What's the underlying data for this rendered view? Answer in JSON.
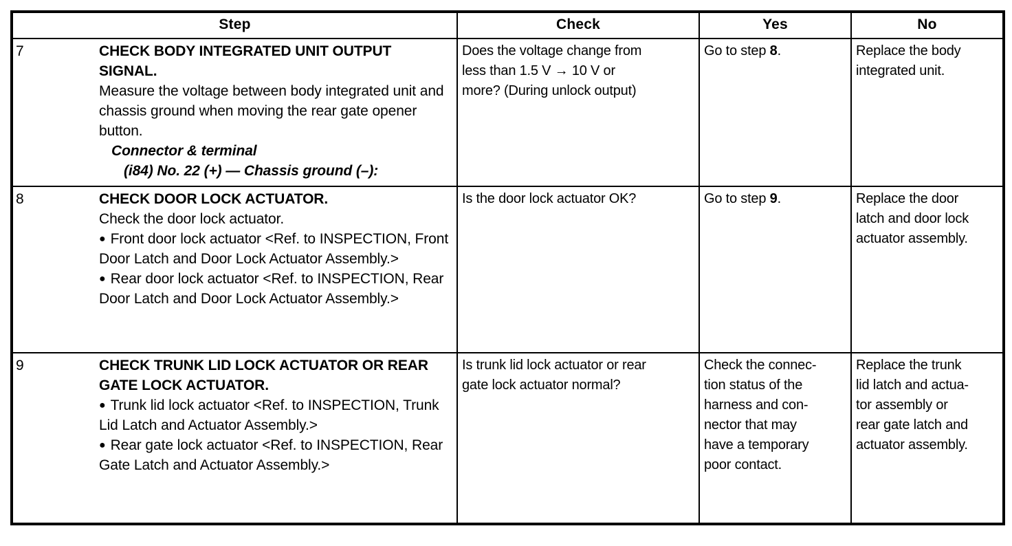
{
  "document": {
    "type": "diagnostic-procedure-table",
    "headers": {
      "step": "Step",
      "check": "Check",
      "yes": "Yes",
      "no": "No"
    }
  },
  "rows": [
    {
      "number": "7",
      "step": {
        "title": "CHECK BODY INTEGRATED UNIT OUTPUT SIGNAL.",
        "lines": [
          "Measure the voltage between body integrated unit and chassis ground when moving the rear gate opener button."
        ],
        "notes": [
          "Connector & terminal",
          "(i84) No. 22 (+) — Chassis ground (–):"
        ]
      },
      "check_lines": [
        "Does the voltage change from",
        "less than 1.5 V → 10 V or",
        "more? (During unlock output)"
      ],
      "yes_prefix": "Go to step ",
      "yes_bold": "8",
      "yes_suffix": ".",
      "no_lines": [
        "Replace the body",
        "integrated unit."
      ]
    },
    {
      "number": "8",
      "step": {
        "title": "CHECK DOOR LOCK ACTUATOR.",
        "lines": [
          "Check the door lock actuator."
        ],
        "bullets": [
          "Front door lock actuator <Ref. to INSPECTION, Front Door Latch and Door Lock Actuator Assembly.>",
          "Rear door lock actuator <Ref. to INSPECTION, Rear Door Latch and Door Lock Actuator Assembly.>"
        ]
      },
      "check_lines": [
        "Is the door lock actuator OK?"
      ],
      "yes_prefix": "Go to step ",
      "yes_bold": "9",
      "yes_suffix": ".",
      "no_lines": [
        "Replace the door",
        "latch and door lock",
        "actuator assembly."
      ]
    },
    {
      "number": "9",
      "step": {
        "title": "CHECK TRUNK LID LOCK ACTUATOR OR REAR GATE LOCK ACTUATOR.",
        "bullets": [
          "Trunk lid lock actuator <Ref. to INSPECTION, Trunk Lid Latch and Actuator Assembly.>",
          "Rear gate lock actuator <Ref. to INSPECTION, Rear Gate Latch and Actuator Assembly.>"
        ]
      },
      "check_lines": [
        "Is trunk lid lock actuator or rear",
        "gate lock actuator normal?"
      ],
      "yes_lines": [
        "Check the connec-",
        "tion status of the",
        "harness and con-",
        "nector that may",
        "have a temporary",
        "poor contact."
      ],
      "no_lines": [
        "Replace the trunk",
        "lid latch and actua-",
        "tor assembly or",
        "rear gate latch and",
        "actuator assembly."
      ]
    }
  ]
}
